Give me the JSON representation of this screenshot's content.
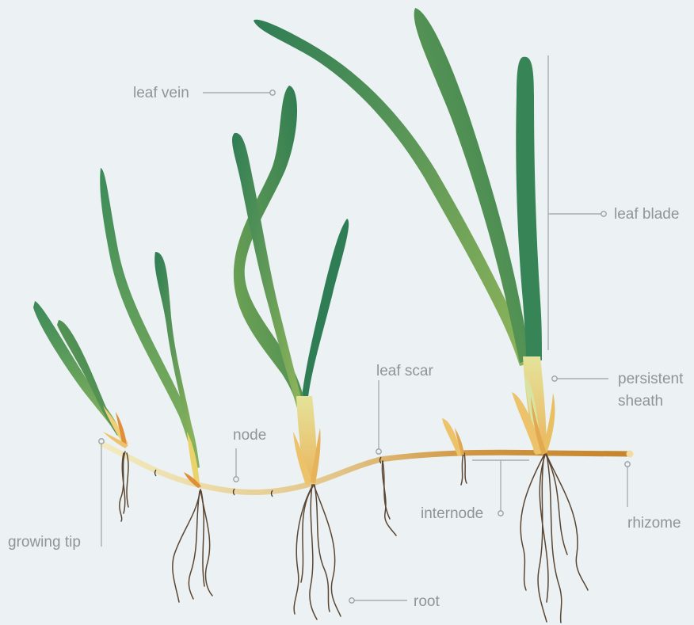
{
  "labels": {
    "leaf_vein": "leaf vein",
    "leaf_blade": "leaf blade",
    "leaf_scar": "leaf scar",
    "persistent_sheath_line1": "persistent",
    "persistent_sheath_line2": "sheath",
    "node": "node",
    "growing_tip": "growing tip",
    "internode": "internode",
    "rhizome": "rhizome",
    "root": "root"
  },
  "colors": {
    "background": "#ecf1f3",
    "leaf_dark": "#2f7d55",
    "leaf_light": "#8fb55a",
    "sheath_yellow": "#ecc36a",
    "rhizome_light": "#f1e0a9",
    "rhizome_dark": "#c4852d",
    "root": "#5a4632",
    "label_text": "#8e9599",
    "leader_line": "#a7aeb1"
  }
}
